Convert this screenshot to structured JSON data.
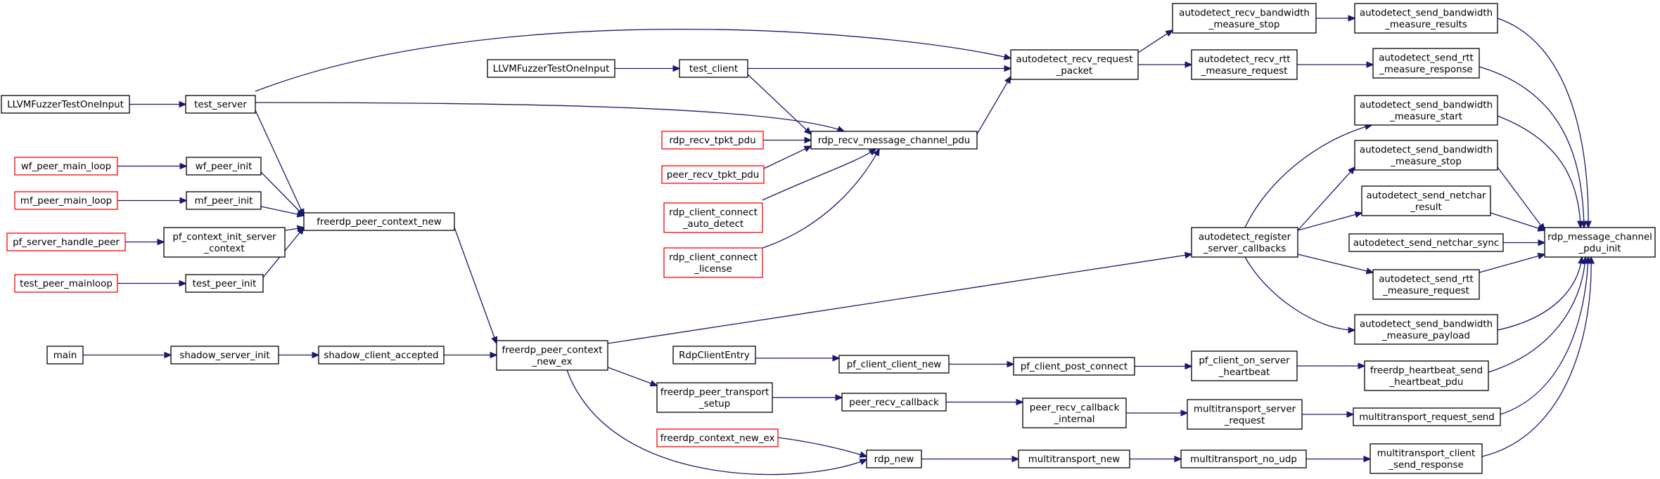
{
  "colors": {
    "edge": "#191970",
    "node_border": "#000000",
    "root_fill": "#bfbfbf",
    "external_border": "#ff0000"
  },
  "nodes": [
    {
      "id": "root",
      "lines": [
        "rdp_message_channel",
        "_pdu_init"
      ],
      "kind": "root"
    },
    {
      "id": "send_bw_results",
      "lines": [
        "autodetect_send_bandwidth",
        "_measure_results"
      ],
      "kind": "normal"
    },
    {
      "id": "send_rtt_response",
      "lines": [
        "autodetect_send_rtt",
        "_measure_response"
      ],
      "kind": "normal"
    },
    {
      "id": "send_bw_start",
      "lines": [
        "autodetect_send_bandwidth",
        "_measure_start"
      ],
      "kind": "normal"
    },
    {
      "id": "send_bw_stop",
      "lines": [
        "autodetect_send_bandwidth",
        "_measure_stop"
      ],
      "kind": "normal"
    },
    {
      "id": "send_netchar_result",
      "lines": [
        "autodetect_send_netchar",
        "_result"
      ],
      "kind": "normal"
    },
    {
      "id": "send_netchar_sync",
      "lines": [
        "autodetect_send_netchar_sync"
      ],
      "kind": "normal"
    },
    {
      "id": "send_rtt_request",
      "lines": [
        "autodetect_send_rtt",
        "_measure_request"
      ],
      "kind": "normal"
    },
    {
      "id": "send_bw_payload",
      "lines": [
        "autodetect_send_bandwidth",
        "_measure_payload"
      ],
      "kind": "normal"
    },
    {
      "id": "heartbeat_send",
      "lines": [
        "freerdp_heartbeat_send",
        "_heartbeat_pdu"
      ],
      "kind": "normal"
    },
    {
      "id": "mt_request_send",
      "lines": [
        "multitransport_request_send"
      ],
      "kind": "normal"
    },
    {
      "id": "mt_client_send_response",
      "lines": [
        "multitransport_client",
        "_send_response"
      ],
      "kind": "normal"
    },
    {
      "id": "recv_bw_stop",
      "lines": [
        "autodetect_recv_bandwidth",
        "_measure_stop"
      ],
      "kind": "normal"
    },
    {
      "id": "recv_rtt_request",
      "lines": [
        "autodetect_recv_rtt",
        "_measure_request"
      ],
      "kind": "normal"
    },
    {
      "id": "register_server_callbacks",
      "lines": [
        "autodetect_register",
        "_server_callbacks"
      ],
      "kind": "normal"
    },
    {
      "id": "pf_on_server_heartbeat",
      "lines": [
        "pf_client_on_server",
        "_heartbeat"
      ],
      "kind": "normal"
    },
    {
      "id": "mt_server_request",
      "lines": [
        "multitransport_server",
        "_request"
      ],
      "kind": "normal"
    },
    {
      "id": "mt_no_udp",
      "lines": [
        "multitransport_no_udp"
      ],
      "kind": "normal"
    },
    {
      "id": "recv_request_packet",
      "lines": [
        "autodetect_recv_request",
        "_packet"
      ],
      "kind": "normal"
    },
    {
      "id": "pf_post_connect",
      "lines": [
        "pf_client_post_connect"
      ],
      "kind": "normal"
    },
    {
      "id": "peer_recv_cb_internal",
      "lines": [
        "peer_recv_callback",
        "_internal"
      ],
      "kind": "normal"
    },
    {
      "id": "mt_new",
      "lines": [
        "multitransport_new"
      ],
      "kind": "normal"
    },
    {
      "id": "rdp_recv_msg_channel_pdu",
      "lines": [
        "rdp_recv_message_channel_pdu"
      ],
      "kind": "normal"
    },
    {
      "id": "pf_client_new",
      "lines": [
        "pf_client_client_new"
      ],
      "kind": "normal"
    },
    {
      "id": "peer_recv_callback",
      "lines": [
        "peer_recv_callback"
      ],
      "kind": "normal"
    },
    {
      "id": "rdp_new",
      "lines": [
        "rdp_new"
      ],
      "kind": "normal"
    },
    {
      "id": "test_client",
      "lines": [
        "test_client"
      ],
      "kind": "normal"
    },
    {
      "id": "rdp_recv_tpkt_pdu",
      "lines": [
        "rdp_recv_tpkt_pdu"
      ],
      "kind": "external"
    },
    {
      "id": "peer_recv_tpkt_pdu",
      "lines": [
        "peer_recv_tpkt_pdu"
      ],
      "kind": "external"
    },
    {
      "id": "rdp_client_connect_auto_detect",
      "lines": [
        "rdp_client_connect",
        "_auto_detect"
      ],
      "kind": "external"
    },
    {
      "id": "rdp_client_connect_license",
      "lines": [
        "rdp_client_connect",
        "_license"
      ],
      "kind": "external"
    },
    {
      "id": "rdp_client_entry",
      "lines": [
        "RdpClientEntry"
      ],
      "kind": "normal"
    },
    {
      "id": "peer_transport_setup",
      "lines": [
        "freerdp_peer_transport",
        "_setup"
      ],
      "kind": "normal"
    },
    {
      "id": "context_new_ex",
      "lines": [
        "freerdp_context_new_ex"
      ],
      "kind": "external"
    },
    {
      "id": "llvm_fuzzer_2",
      "lines": [
        "LLVMFuzzerTestOneInput"
      ],
      "kind": "normal"
    },
    {
      "id": "peer_context_new_ex",
      "lines": [
        "freerdp_peer_context",
        "_new_ex"
      ],
      "kind": "normal"
    },
    {
      "id": "peer_context_new",
      "lines": [
        "freerdp_peer_context_new"
      ],
      "kind": "normal"
    },
    {
      "id": "shadow_client_accepted",
      "lines": [
        "shadow_client_accepted"
      ],
      "kind": "normal"
    },
    {
      "id": "test_server",
      "lines": [
        "test_server"
      ],
      "kind": "normal"
    },
    {
      "id": "wf_peer_init",
      "lines": [
        "wf_peer_init"
      ],
      "kind": "normal"
    },
    {
      "id": "mf_peer_init",
      "lines": [
        "mf_peer_init"
      ],
      "kind": "normal"
    },
    {
      "id": "pf_context_init",
      "lines": [
        "pf_context_init_server",
        "_context"
      ],
      "kind": "normal"
    },
    {
      "id": "test_peer_init",
      "lines": [
        "test_peer_init"
      ],
      "kind": "normal"
    },
    {
      "id": "shadow_server_init",
      "lines": [
        "shadow_server_init"
      ],
      "kind": "normal"
    },
    {
      "id": "llvm_fuzzer_1",
      "lines": [
        "LLVMFuzzerTestOneInput"
      ],
      "kind": "normal"
    },
    {
      "id": "wf_peer_main_loop",
      "lines": [
        "wf_peer_main_loop"
      ],
      "kind": "external"
    },
    {
      "id": "mf_peer_main_loop",
      "lines": [
        "mf_peer_main_loop"
      ],
      "kind": "external"
    },
    {
      "id": "pf_server_handle_peer",
      "lines": [
        "pf_server_handle_peer"
      ],
      "kind": "external"
    },
    {
      "id": "test_peer_mainloop",
      "lines": [
        "test_peer_mainloop"
      ],
      "kind": "external"
    },
    {
      "id": "main",
      "lines": [
        "main"
      ],
      "kind": "normal"
    }
  ],
  "edges": [
    {
      "from": "send_bw_results",
      "to": "root"
    },
    {
      "from": "send_rtt_response",
      "to": "root"
    },
    {
      "from": "send_bw_start",
      "to": "root"
    },
    {
      "from": "send_bw_stop",
      "to": "root"
    },
    {
      "from": "send_netchar_result",
      "to": "root"
    },
    {
      "from": "send_netchar_sync",
      "to": "root"
    },
    {
      "from": "send_rtt_request",
      "to": "root"
    },
    {
      "from": "send_bw_payload",
      "to": "root"
    },
    {
      "from": "heartbeat_send",
      "to": "root"
    },
    {
      "from": "mt_request_send",
      "to": "root"
    },
    {
      "from": "mt_client_send_response",
      "to": "root"
    },
    {
      "from": "recv_bw_stop",
      "to": "send_bw_results"
    },
    {
      "from": "recv_rtt_request",
      "to": "send_rtt_response"
    },
    {
      "from": "register_server_callbacks",
      "to": "send_bw_start"
    },
    {
      "from": "register_server_callbacks",
      "to": "send_bw_stop"
    },
    {
      "from": "register_server_callbacks",
      "to": "send_netchar_result"
    },
    {
      "from": "register_server_callbacks",
      "to": "send_rtt_request"
    },
    {
      "from": "register_server_callbacks",
      "to": "send_bw_payload"
    },
    {
      "from": "pf_on_server_heartbeat",
      "to": "heartbeat_send"
    },
    {
      "from": "mt_server_request",
      "to": "mt_request_send"
    },
    {
      "from": "mt_no_udp",
      "to": "mt_client_send_response"
    },
    {
      "from": "recv_request_packet",
      "to": "recv_bw_stop"
    },
    {
      "from": "recv_request_packet",
      "to": "recv_rtt_request"
    },
    {
      "from": "pf_post_connect",
      "to": "pf_on_server_heartbeat"
    },
    {
      "from": "peer_recv_cb_internal",
      "to": "mt_server_request"
    },
    {
      "from": "mt_new",
      "to": "mt_no_udp"
    },
    {
      "from": "rdp_recv_msg_channel_pdu",
      "to": "recv_request_packet"
    },
    {
      "from": "test_client",
      "to": "recv_request_packet"
    },
    {
      "from": "test_server",
      "to": "recv_request_packet"
    },
    {
      "from": "pf_client_new",
      "to": "pf_post_connect"
    },
    {
      "from": "peer_recv_callback",
      "to": "peer_recv_cb_internal"
    },
    {
      "from": "rdp_new",
      "to": "mt_new"
    },
    {
      "from": "test_client",
      "to": "rdp_recv_msg_channel_pdu"
    },
    {
      "from": "test_server",
      "to": "rdp_recv_msg_channel_pdu"
    },
    {
      "from": "rdp_recv_tpkt_pdu",
      "to": "rdp_recv_msg_channel_pdu"
    },
    {
      "from": "peer_recv_tpkt_pdu",
      "to": "rdp_recv_msg_channel_pdu"
    },
    {
      "from": "rdp_client_connect_auto_detect",
      "to": "rdp_recv_msg_channel_pdu"
    },
    {
      "from": "rdp_client_connect_license",
      "to": "rdp_recv_msg_channel_pdu"
    },
    {
      "from": "rdp_client_entry",
      "to": "pf_client_new"
    },
    {
      "from": "peer_transport_setup",
      "to": "peer_recv_callback"
    },
    {
      "from": "context_new_ex",
      "to": "rdp_new"
    },
    {
      "from": "peer_context_new_ex",
      "to": "rdp_new"
    },
    {
      "from": "llvm_fuzzer_2",
      "to": "test_client"
    },
    {
      "from": "peer_context_new_ex",
      "to": "register_server_callbacks"
    },
    {
      "from": "peer_context_new_ex",
      "to": "peer_transport_setup"
    },
    {
      "from": "peer_context_new",
      "to": "peer_context_new_ex"
    },
    {
      "from": "shadow_client_accepted",
      "to": "peer_context_new_ex"
    },
    {
      "from": "test_server",
      "to": "peer_context_new"
    },
    {
      "from": "wf_peer_init",
      "to": "peer_context_new"
    },
    {
      "from": "mf_peer_init",
      "to": "peer_context_new"
    },
    {
      "from": "pf_context_init",
      "to": "peer_context_new"
    },
    {
      "from": "test_peer_init",
      "to": "peer_context_new"
    },
    {
      "from": "shadow_server_init",
      "to": "shadow_client_accepted"
    },
    {
      "from": "llvm_fuzzer_1",
      "to": "test_server"
    },
    {
      "from": "wf_peer_main_loop",
      "to": "wf_peer_init"
    },
    {
      "from": "mf_peer_main_loop",
      "to": "mf_peer_init"
    },
    {
      "from": "pf_server_handle_peer",
      "to": "pf_context_init"
    },
    {
      "from": "test_peer_mainloop",
      "to": "test_peer_init"
    },
    {
      "from": "main",
      "to": "shadow_server_init"
    }
  ]
}
